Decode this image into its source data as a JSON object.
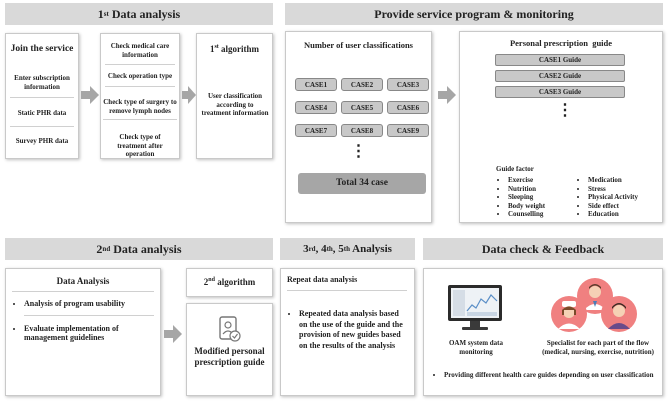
{
  "panels": {
    "first": {
      "header_main": "1",
      "header_sup": "st",
      "header_rest": " Data analysis",
      "join": {
        "title": "Join the service",
        "items": [
          "Enter subscription information",
          "Static PHR data",
          "Survey PHR data"
        ]
      },
      "check": {
        "items": [
          "Check medical care information",
          "Check operation type",
          "Check type of surgery to remove lymph nodes",
          "Check type of treatment after operation"
        ]
      },
      "algo": {
        "title_main": "1",
        "title_sup": "st",
        "title_rest": " algorithm",
        "text": "User classification according to treatment information"
      }
    },
    "service": {
      "header": "Provide service program & monitoring",
      "classifications": {
        "title": "Number of user classifications",
        "cases": [
          "CASE1",
          "CASE2",
          "CASE3",
          "CASE4",
          "CASE5",
          "CASE6",
          "CASE7",
          "CASE8",
          "CASE9"
        ],
        "ellipsis": "⋮",
        "total": "Total 34 case"
      },
      "prescription": {
        "title": "Personal prescription  guide",
        "guides": [
          "CASE1 Guide",
          "CASE2 Guide",
          "CASE3 Guide"
        ],
        "ellipsis": "⋮",
        "factor_title": "Guide factor",
        "factors_left": [
          "Exercise",
          "Nutrition",
          "Sleeping",
          "Body weight",
          "Counselling"
        ],
        "factors_right": [
          "Medication",
          "Stress",
          "Physical Activity",
          "Side effect",
          "Education"
        ]
      }
    },
    "second": {
      "header_main": "2",
      "header_sup": "nd",
      "header_rest": " Data analysis",
      "analysis": {
        "title": "Data Analysis",
        "items": [
          "Analysis of program usability",
          "Evaluate implementation of management guidelines"
        ]
      },
      "algo": {
        "title_main": "2",
        "title_sup": "nd",
        "title_rest": " algorithm"
      },
      "modified": "Modified personal prescription guide"
    },
    "repeat": {
      "header_parts": [
        "3",
        "rd",
        ", 4",
        "th",
        ", 5",
        "th",
        " Analysis"
      ],
      "title": "Repeat data analysis",
      "item": "Repeated data analysis based on the use of the guide and the provision of new guides based on the results of the analysis"
    },
    "feedback": {
      "header": "Data check & Feedback",
      "oam": "OAM system data monitoring",
      "specialist_title": "Specialist for each part of the flow",
      "specialist_sub": "(medical, nursing, exercise, nutrition)",
      "item": "Providing different health care guides depending on user classification"
    }
  },
  "colors": {
    "header_bg": "#d9d9d9",
    "case_bg": "#c8c8c8",
    "total_bg": "#a6a6a6",
    "arrow": "#a6a6a6",
    "avatar_bg": "#f08080"
  }
}
